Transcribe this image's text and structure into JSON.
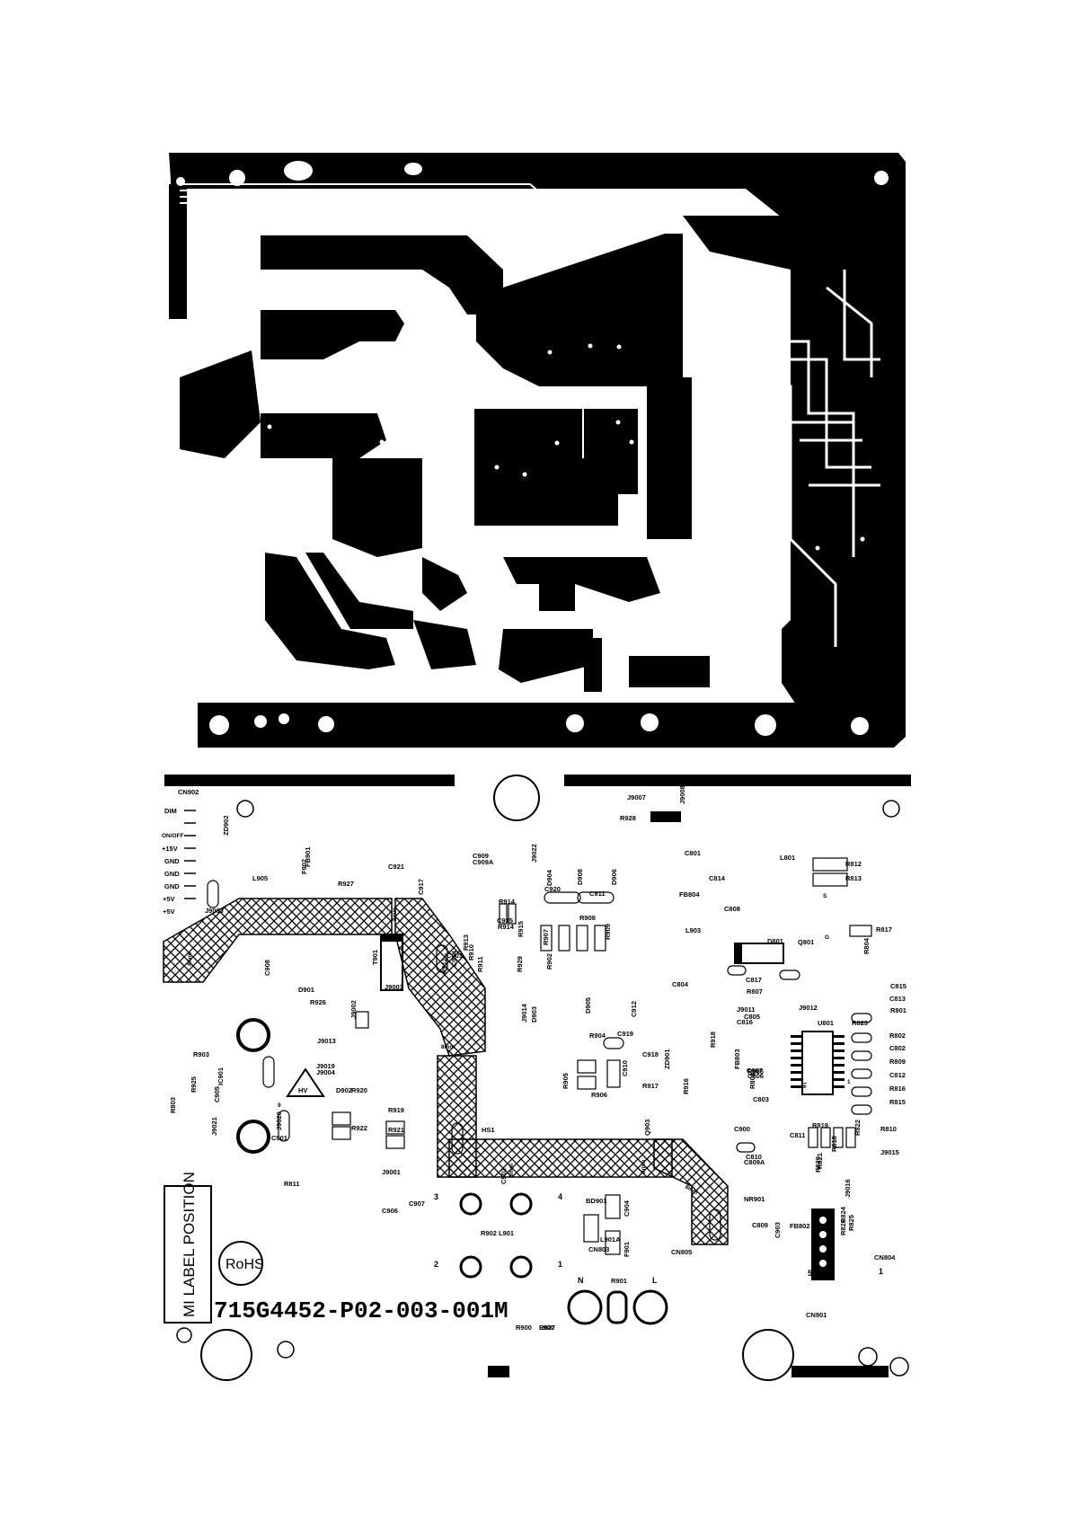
{
  "board": {
    "part_number": "715G4452-P02-003-001M",
    "label_area": "MI LABEL POSITION",
    "rohs": "RoHS",
    "hv": "HV",
    "ac_neutral": "N",
    "ac_line": "L"
  },
  "connector_cn902": {
    "ref": "CN902",
    "pins": [
      "DIM",
      "ON/OFF",
      "+15V",
      "GND",
      "GND",
      "GND",
      "+5V",
      "+5V"
    ]
  },
  "clearance_marks": [
    "8mm",
    "8mm",
    "8mm",
    "8mm",
    "8mm",
    "8mm"
  ],
  "pin_numbers": [
    "3",
    "4",
    "2",
    "1",
    "5",
    "1",
    "9",
    "S",
    "G",
    "16",
    "1"
  ],
  "components": [
    "J9007",
    "J9008",
    "R928",
    "C801",
    "L801",
    "R812",
    "R813",
    "C814",
    "C909",
    "C909A",
    "J9022",
    "D904",
    "D908",
    "D906",
    "C920",
    "C911",
    "FB804",
    "R914",
    "C915",
    "R908",
    "R909",
    "L903",
    "C808",
    "R914",
    "D801",
    "Q801",
    "R804",
    "R817",
    "R915",
    "R907",
    "R913",
    "R910",
    "IC903",
    "R929",
    "R902",
    "R911",
    "R912",
    "C914",
    "R927",
    "F902",
    "L905",
    "C921",
    "C917",
    "J9003",
    "ZD902",
    "T901",
    "J9003",
    "C908",
    "D901",
    "R926",
    "J9002",
    "J9013",
    "J9014",
    "D903",
    "D905",
    "C912",
    "C804",
    "C817",
    "R807",
    "C815",
    "C813",
    "R801",
    "J9011",
    "C816",
    "C805",
    "J9012",
    "U801",
    "R823",
    "R802",
    "C802",
    "R809",
    "C812",
    "R816",
    "R815",
    "R903",
    "J9019",
    "J9004",
    "R925",
    "C905",
    "IC901",
    "D902",
    "R920",
    "R919",
    "R922",
    "R921",
    "R904",
    "C919",
    "C918",
    "R905",
    "C910",
    "ZD901",
    "R917",
    "R918",
    "R906",
    "R916",
    "Q903",
    "FB803",
    "R805",
    "C806",
    "C807",
    "R808",
    "C803",
    "R803",
    "J9021",
    "J9020",
    "C901",
    "HS1",
    "C900",
    "C810",
    "C809A",
    "C811",
    "R818",
    "R821",
    "R820",
    "R819",
    "R822",
    "R810",
    "J9015",
    "J9016",
    "R811",
    "J9001",
    "C906",
    "C907",
    "BD901",
    "C904",
    "R902",
    "L901",
    "L901A",
    "NR901",
    "C809",
    "C903",
    "FB802",
    "R826",
    "R824",
    "R825",
    "CN804",
    "CN805",
    "CN803",
    "F901",
    "R901",
    "R900",
    "CN901",
    "C902",
    "FB901",
    "L900",
    "R827"
  ]
}
